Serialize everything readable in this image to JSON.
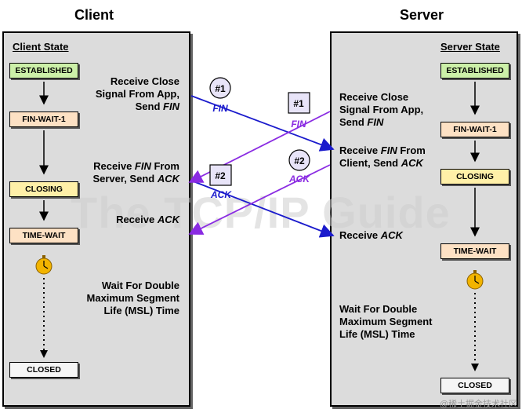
{
  "client": {
    "title": "Client",
    "state_title": "Client State",
    "states": [
      "ESTABLISHED",
      "FIN-WAIT-1",
      "CLOSING",
      "TIME-WAIT",
      "CLOSED"
    ],
    "labels": {
      "receive_close_1": "Receive Close",
      "receive_close_2": "Signal From App,",
      "receive_close_3a": "Send ",
      "receive_close_3b": "FIN",
      "receive_fin_1a": "Receive ",
      "receive_fin_1b": "FIN",
      "receive_fin_1c": " From",
      "receive_fin_2a": "Server, Send ",
      "receive_fin_2b": "ACK",
      "receive_ack_a": "Receive ",
      "receive_ack_b": "ACK",
      "wait_1": "Wait For Double",
      "wait_2": "Maximum Segment",
      "wait_3": "Life (MSL) Time"
    }
  },
  "server": {
    "title": "Server",
    "state_title": "Server State",
    "states": [
      "ESTABLISHED",
      "FIN-WAIT-1",
      "CLOSING",
      "TIME-WAIT",
      "CLOSED"
    ],
    "labels": {
      "receive_close_1": "Receive Close",
      "receive_close_2": "Signal From App,",
      "receive_close_3a": "Send ",
      "receive_close_3b": "FIN",
      "receive_fin_1a": "Receive ",
      "receive_fin_1b": "FIN",
      "receive_fin_1c": " From",
      "receive_fin_2a": "Client, Send ",
      "receive_fin_2b": "ACK",
      "receive_ack_a": "Receive ",
      "receive_ack_b": "ACK",
      "wait_1": "Wait For Double",
      "wait_2": "Maximum Segment",
      "wait_3": "Life (MSL) Time"
    }
  },
  "messages": {
    "client_1_num": "#1",
    "client_1_type": "FIN",
    "client_2_num": "#2",
    "client_2_type": "ACK",
    "server_1_num": "#1",
    "server_1_type": "FIN",
    "server_2_num": "#2",
    "server_2_type": "ACK"
  },
  "watermark": "The TCP/IP Guide",
  "credit": "@稀土掘金技术社区",
  "colors": {
    "client_message": "#1a1acc",
    "server_message": "#8a2be2"
  }
}
